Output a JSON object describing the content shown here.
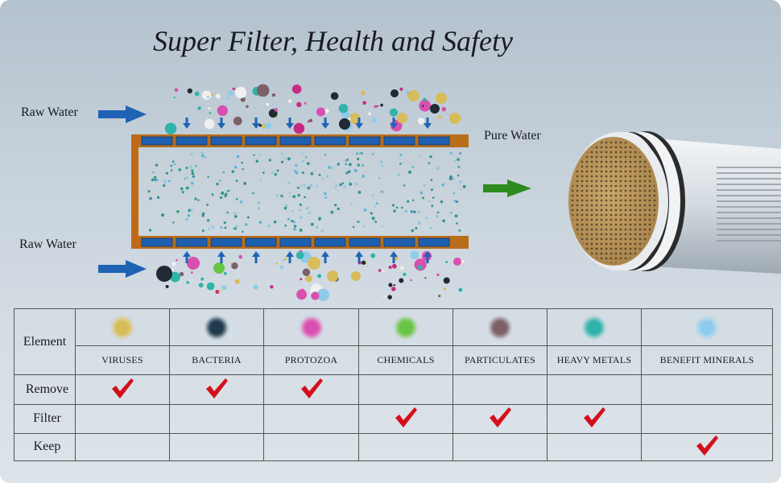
{
  "title": "Super Filter, Health and Safety",
  "diagram": {
    "raw_water_top": "Raw Water",
    "raw_water_bottom": "Raw Water",
    "pure_water": "Pure Water"
  },
  "table": {
    "element_label": "Element",
    "elements": [
      {
        "name": "VIRUSES",
        "color": "#d7bc5a",
        "status": "Remove"
      },
      {
        "name": "BACTERIA",
        "color": "#1f3a4c",
        "status": "Remove"
      },
      {
        "name": "PROTOZOA",
        "color": "#d94fb0",
        "status": "Remove"
      },
      {
        "name": "CHEMICALS",
        "color": "#67c444",
        "status": "Filter"
      },
      {
        "name": "PARTICULATES",
        "color": "#7b6068",
        "status": "Filter"
      },
      {
        "name": "HEAVY METALS",
        "color": "#30b3aa",
        "status": "Filter"
      },
      {
        "name": "BENEFIT MINERALS",
        "color": "#8ecbea",
        "status": "Keep"
      }
    ],
    "rows": [
      "Remove",
      "Filter",
      "Keep"
    ],
    "check_color": "#d40f1b"
  },
  "colors": {
    "arrow_blue": "#1f63b5",
    "arrow_green": "#2e8b1e",
    "membrane_blue": "#1f5fb0",
    "membrane_border": "#b86d1a"
  }
}
